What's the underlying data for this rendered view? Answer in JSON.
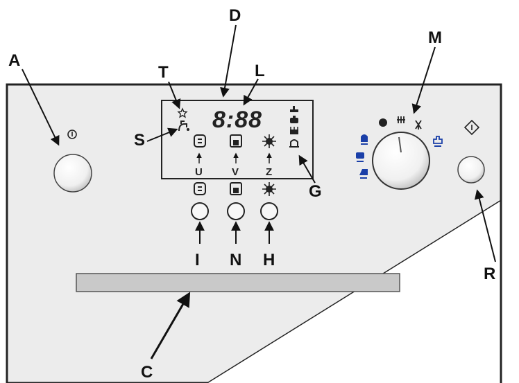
{
  "labels": {
    "A": "A",
    "D": "D",
    "T": "T",
    "L": "L",
    "M": "M",
    "S": "S",
    "G": "G",
    "R": "R",
    "I": "I",
    "N": "N",
    "H": "H",
    "C": "C",
    "U": "U",
    "V": "V",
    "Z": "Z"
  },
  "display": {
    "digits": "8:88"
  },
  "colors": {
    "panel": "#ededed",
    "stroke": "#222222",
    "accent": "#1a3fa8"
  },
  "icons": {
    "power": "power-symbol-icon",
    "start": "start-diamond-icon",
    "dial": "program-dial-icon"
  }
}
